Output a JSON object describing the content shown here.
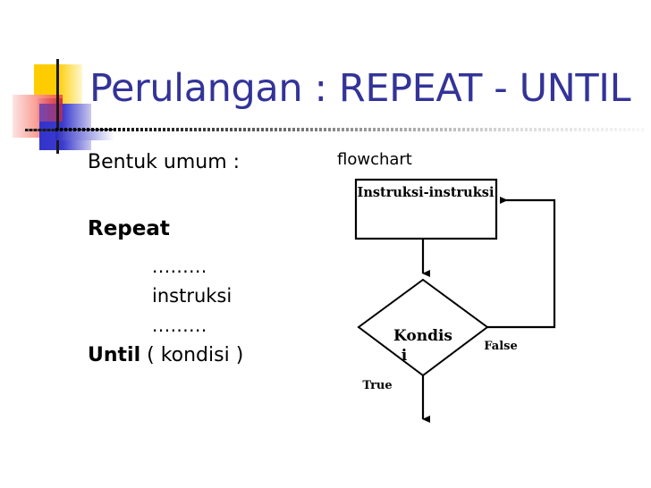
{
  "slide": {
    "title": "Perulangan : REPEAT - UNTIL",
    "title_color": "#333399",
    "background_color": "#ffffff"
  },
  "logo": {
    "name": "decorative-squares-logo",
    "colors": {
      "yellow": "#FFCC00",
      "red": "#F4553C",
      "blue": "#3333CC",
      "crosshair": "#1a1a1a"
    }
  },
  "body": {
    "intro": "Bentuk umum :",
    "repeat_keyword": "Repeat",
    "dots_upper": ".........",
    "instruction": "instruksi",
    "dots_lower": ".........",
    "until_keyword": "Until",
    "until_condition": "( kondisi )"
  },
  "flowchart": {
    "label": "flowchart",
    "process_box": {
      "text": "Instruksi-instruksi"
    },
    "decision": {
      "text_line1": "Kondis",
      "text_line2": "i",
      "full_text": "Kondisi"
    },
    "edges": {
      "true_label": "True",
      "false_label": "False"
    },
    "stroke_color": "#000000"
  }
}
